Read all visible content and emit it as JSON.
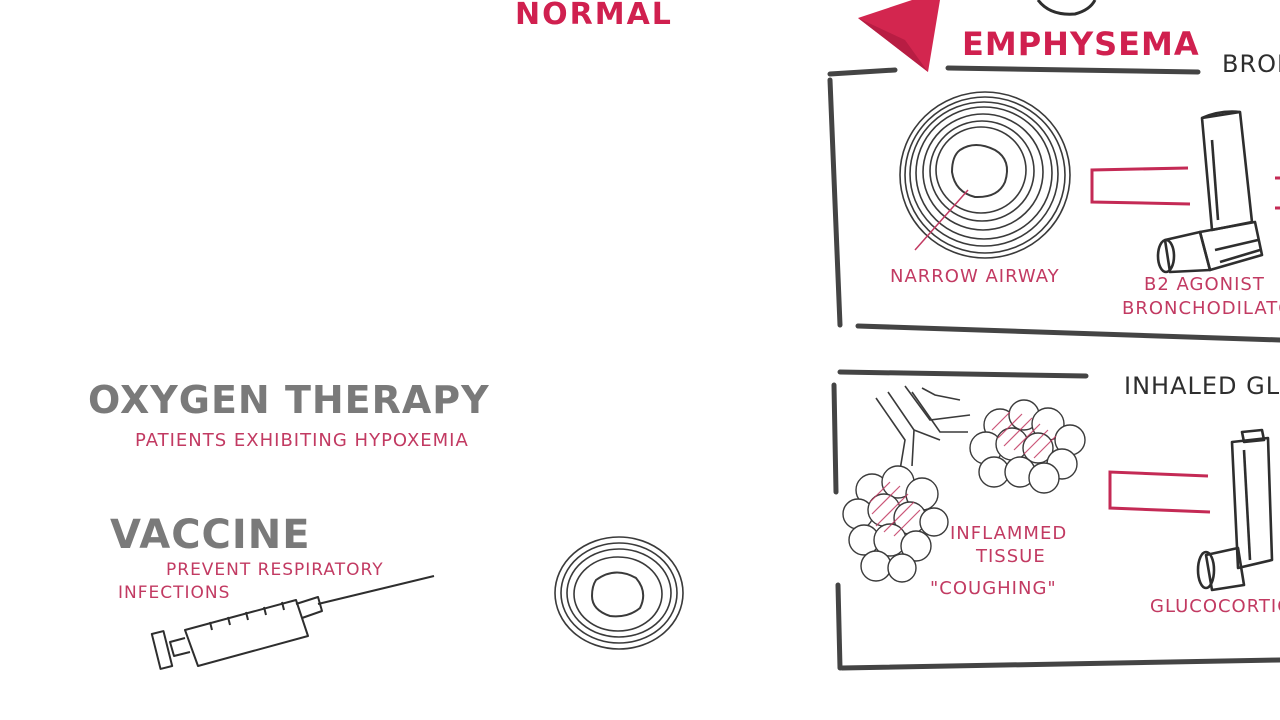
{
  "headings": {
    "normal": "NORMAL",
    "emphysema": "EMPHYSEMA",
    "bronchi_partial": "BRON",
    "inhaled_partial": "INHALED GLU"
  },
  "left": {
    "oxygen_title": "OXYGEN THERAPY",
    "oxygen_note": "PATIENTS EXHIBITING HYPOXEMIA",
    "vaccine_title": "VACCINE",
    "vaccine_note_line1": "PREVENT RESPIRATORY",
    "vaccine_note_line2": "INFECTIONS"
  },
  "panel_top": {
    "airway_label": "NARROW AIRWAY",
    "drug_line1": "B2 AGONIST",
    "drug_line2": "BRONCHODILATOR"
  },
  "panel_bottom": {
    "tissue_line1": "INFLAMMED",
    "tissue_line2": "TISSUE",
    "tissue_line3": "\"COUGHING\"",
    "drug_label": "GLUCOCORTICO"
  },
  "colors": {
    "ink_dark": "#2e2e2e",
    "ink_gray": "#7a7a7a",
    "accent_red": "#d0204f",
    "note_red": "#c23a62"
  },
  "icons": [
    "syringe-icon",
    "airway-cross-section-icon",
    "inhaler-icon",
    "alveoli-icon",
    "arrow-icon"
  ]
}
